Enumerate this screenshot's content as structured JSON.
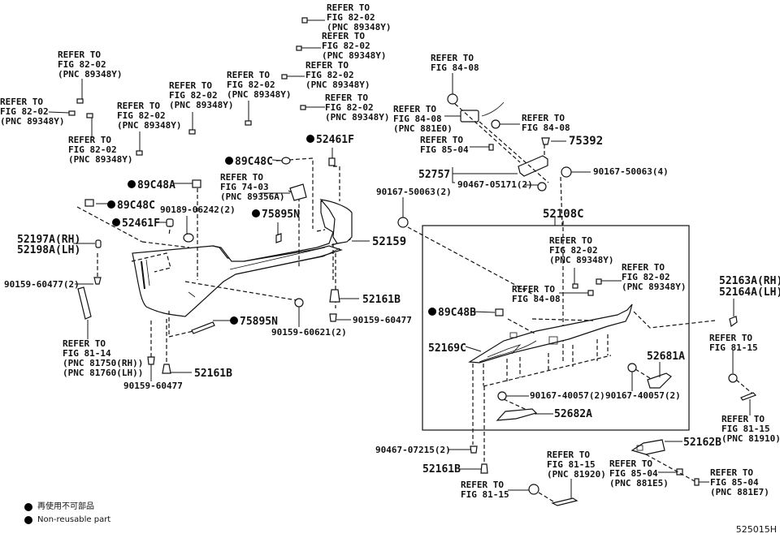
{
  "diagram": {
    "title": "Rear Bumper & Rear Bumper Cover",
    "figure_number": "525015H",
    "legend": {
      "jp_label": "再使用不可部品",
      "en_label": "Non-reusable part"
    },
    "refs": {
      "r1": {
        "l1": "REFER TO",
        "l2": "FIG 82-02",
        "l3": "(PNC 89348Y)"
      },
      "r2": {
        "l1": "REFER TO",
        "l2": "FIG 82-02",
        "l3": "(PNC 89348Y)"
      },
      "r3": {
        "l1": "REFER TO",
        "l2": "FIG 82-02",
        "l3": "(PNC 89348Y)"
      },
      "r4": {
        "l1": "REFER TO",
        "l2": "FIG 82-02",
        "l3": "(PNC 89348Y)"
      },
      "r5": {
        "l1": "REFER TO",
        "l2": "FIG 82-02",
        "l3": "(PNC 89348Y)"
      },
      "r6": {
        "l1": "REFER TO",
        "l2": "FIG 82-02",
        "l3": "(PNC 89348Y)"
      },
      "r7": {
        "l1": "REFER TO",
        "l2": "FIG 82-02",
        "l3": "(PNC 89348Y)"
      },
      "r8": {
        "l1": "REFER TO",
        "l2": "FIG 82-02",
        "l3": "(PNC 89348Y)"
      },
      "r9": {
        "l1": "REFER TO",
        "l2": "FIG 82-02",
        "l3": "(PNC 89348Y)"
      },
      "r10": {
        "l1": "REFER TO",
        "l2": "FIG 84-08"
      },
      "r11": {
        "l1": "REFER TO",
        "l2": "FIG 84-08",
        "l3": "(PNC 881E0)"
      },
      "r12": {
        "l1": "REFER TO",
        "l2": "FIG 84-08"
      },
      "r13": {
        "l1": "REFER TO",
        "l2": "FIG 85-04"
      },
      "r14": {
        "l1": "REFER TO",
        "l2": "FIG 74-03",
        "l3": "(PNC 89356A)"
      },
      "r15": {
        "l1": "REFER TO",
        "l2": "FIG 81-14",
        "l3": "(PNC 81750(RH))",
        "l4": "(PNC 81760(LH))"
      },
      "r16": {
        "l1": "REFER TO",
        "l2": "FIG 82-02",
        "l3": "(PNC 89348Y)"
      },
      "r17": {
        "l1": "REFER TO",
        "l2": "FIG 82-02",
        "l3": "(PNC 89348Y)"
      },
      "r18": {
        "l1": "REFER TO",
        "l2": "FIG 84-08"
      },
      "r19": {
        "l1": "REFER TO",
        "l2": "FIG 81-15"
      },
      "r20": {
        "l1": "REFER TO",
        "l2": "FIG 81-15",
        "l3": "(PNC 81910)"
      },
      "r21": {
        "l1": "REFER TO",
        "l2": "FIG 81-15",
        "l3": "(PNC 81920)"
      },
      "r22": {
        "l1": "REFER TO",
        "l2": "FIG 81-15"
      },
      "r23": {
        "l1": "REFER TO",
        "l2": "FIG 85-04",
        "l3": "(PNC 881E5)"
      },
      "r24": {
        "l1": "REFER TO",
        "l2": "FIG 85-04",
        "l3": "(PNC 881E7)"
      }
    },
    "parts": {
      "p52461F_top": "52461F",
      "p89C48C_top": "89C48C",
      "p89C48A": "89C48A",
      "p89C48C_left": "89C48C",
      "p52461F_left": "52461F",
      "p90189": "90189-06242(2)",
      "p75895N_top": "75895N",
      "p52159": "52159",
      "p52197A": "52197A(RH)",
      "p52198A": "52198A(LH)",
      "p90159_60477_2": "90159-60477(2)",
      "p52161B_mid": "52161B",
      "p90159_60477_right": "90159-60477",
      "p90159_60621": "90159-60621(2)",
      "p75895N_bot": "75895N",
      "p52161B_left": "52161B",
      "p90159_60477_bot": "90159-60477",
      "p75392": "75392",
      "p90167_50063_4": "90167-50063(4)",
      "p52757": "52757",
      "p90467_05171": "90467-05171(2)",
      "p90167_50063_2": "90167-50063(2)",
      "p52108C": "52108C",
      "p89C48B": "89C48B",
      "p52169C": "52169C",
      "p52681A": "52681A",
      "p90167_40057_a": "90167-40057(2)",
      "p90167_40057_b": "90167-40057(2)",
      "p52682A": "52682A",
      "p52163A": "52163A(RH)",
      "p52164A": "52164A(LH)",
      "p90467_07215": "90467-07215(2)",
      "p52161B_bot": "52161B",
      "p52162B": "52162B"
    }
  }
}
